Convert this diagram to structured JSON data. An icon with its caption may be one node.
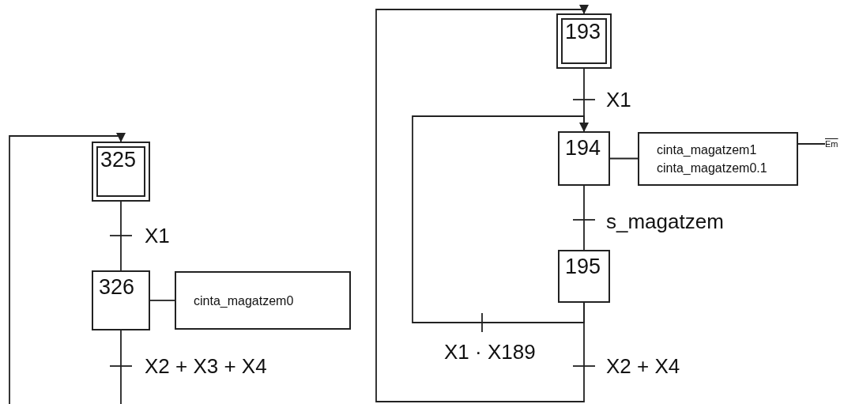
{
  "diagram": {
    "nodes": [
      {
        "text": [
          "325"
        ]
      },
      {
        "text": [
          "326"
        ]
      },
      {
        "text": [
          "cinta_magatzem0"
        ]
      },
      {
        "text": [
          "193"
        ]
      },
      {
        "text": [
          "194"
        ]
      },
      {
        "text": [
          "cinta_magatzem1",
          "cinta_magatzem0.1"
        ]
      },
      {
        "text": [
          "Em"
        ]
      },
      {
        "text": [
          "195"
        ]
      }
    ],
    "edges": [
      {
        "from": 0,
        "to": 1,
        "arrow": "none",
        "label": "X1"
      },
      {
        "from": 1,
        "to": 2,
        "arrow": "none"
      },
      {
        "from": 1,
        "to": null,
        "arrow": "none",
        "label": "X2 + X3 + X4"
      },
      {
        "from": null,
        "to": 0,
        "arrow": "to"
      },
      {
        "from": 3,
        "to": 4,
        "arrow": "none",
        "label": "X1"
      },
      {
        "from": 4,
        "to": 5,
        "arrow": "none"
      },
      {
        "from": 5,
        "to": 6,
        "arrow": "none"
      },
      {
        "from": 4,
        "to": 7,
        "arrow": "none",
        "label": "s_magatzem"
      },
      {
        "from": 7,
        "to": 4,
        "arrow": "to",
        "label": "X1 · X189"
      },
      {
        "from": 7,
        "to": 3,
        "arrow": "to",
        "label": "X2 + X4"
      }
    ]
  }
}
